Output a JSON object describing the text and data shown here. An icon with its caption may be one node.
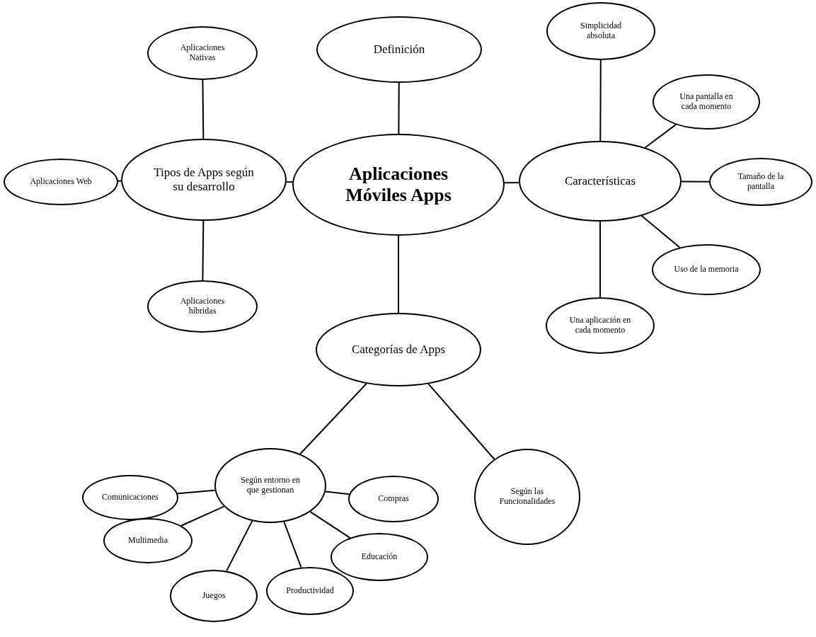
{
  "diagram": {
    "nodes": [
      {
        "text": [
          "Aplicaciones Móviles Apps"
        ]
      },
      {
        "text": [
          "Definición"
        ]
      },
      {
        "text": [
          "Tipos de Apps según su desarrollo"
        ]
      },
      {
        "text": [
          "Aplicaciones Nativas"
        ]
      },
      {
        "text": [
          "Aplicaciones Web"
        ]
      },
      {
        "text": [
          "Aplicaciones híbridas"
        ]
      },
      {
        "text": [
          "Características"
        ]
      },
      {
        "text": [
          "Simplicidad absoluta"
        ]
      },
      {
        "text": [
          "Una pantalla en cada momento"
        ]
      },
      {
        "text": [
          "Tamaño de la pantalla"
        ]
      },
      {
        "text": [
          "Uso de la memoria"
        ]
      },
      {
        "text": [
          "Una aplicación en cada momento"
        ]
      },
      {
        "text": [
          "Categorías de Apps"
        ]
      },
      {
        "text": [
          "Según entorno en que gestionan"
        ]
      },
      {
        "text": [
          "Según las Funcionalidades"
        ]
      },
      {
        "text": [
          "Comunicaciones"
        ]
      },
      {
        "text": [
          "Compras"
        ]
      },
      {
        "text": [
          "Multimedia"
        ]
      },
      {
        "text": [
          "Educación"
        ]
      },
      {
        "text": [
          "Juegos"
        ]
      },
      {
        "text": [
          "Productividad"
        ]
      }
    ],
    "edges": [
      {
        "from": 0,
        "to": 1,
        "arrow": "none"
      },
      {
        "from": 0,
        "to": 2,
        "arrow": "none"
      },
      {
        "from": 2,
        "to": 3,
        "arrow": "none"
      },
      {
        "from": 2,
        "to": 4,
        "arrow": "none"
      },
      {
        "from": 2,
        "to": 5,
        "arrow": "none"
      },
      {
        "from": 0,
        "to": 6,
        "arrow": "none"
      },
      {
        "from": 6,
        "to": 7,
        "arrow": "none"
      },
      {
        "from": 6,
        "to": 8,
        "arrow": "none"
      },
      {
        "from": 6,
        "to": 9,
        "arrow": "none"
      },
      {
        "from": 6,
        "to": 10,
        "arrow": "none"
      },
      {
        "from": 6,
        "to": 11,
        "arrow": "none"
      },
      {
        "from": 0,
        "to": 12,
        "arrow": "none"
      },
      {
        "from": 12,
        "to": 13,
        "arrow": "none"
      },
      {
        "from": 12,
        "to": 14,
        "arrow": "none"
      },
      {
        "from": 13,
        "to": 15,
        "arrow": "none"
      },
      {
        "from": 13,
        "to": 16,
        "arrow": "none"
      },
      {
        "from": 13,
        "to": 17,
        "arrow": "none"
      },
      {
        "from": 13,
        "to": 18,
        "arrow": "none"
      },
      {
        "from": 13,
        "to": 19,
        "arrow": "none"
      },
      {
        "from": 13,
        "to": 20,
        "arrow": "none"
      }
    ]
  }
}
